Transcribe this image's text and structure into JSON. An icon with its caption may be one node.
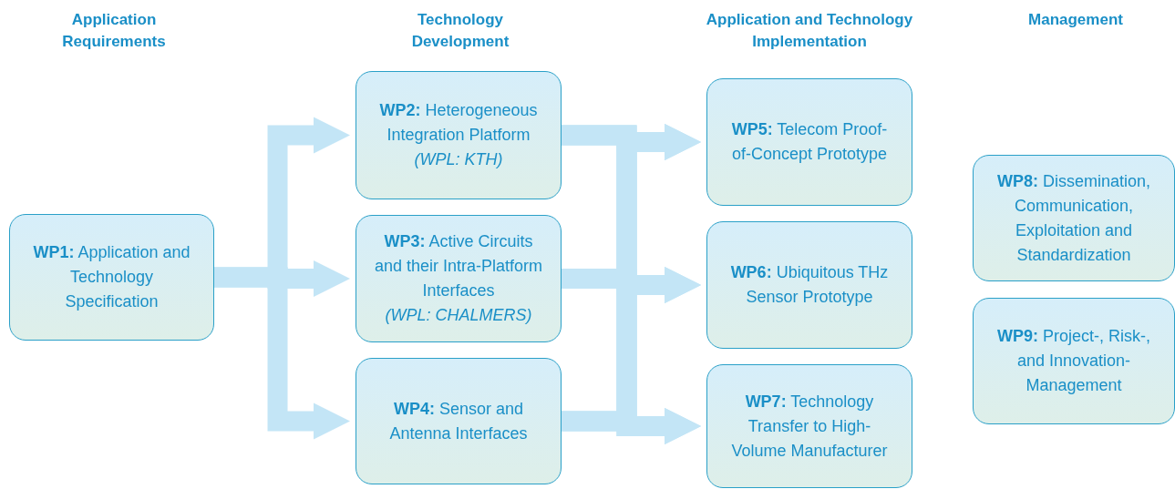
{
  "diagram": {
    "nodes": [
      {
        "text": [
          "**WP1:** Application and Technology Specification"
        ]
      },
      {
        "text": [
          "**WP2:** Heterogeneous Integration Platform",
          "(WPL: KTH)"
        ]
      },
      {
        "text": [
          "**WP3:** Active Circuits and their Intra-Platform Interfaces",
          "(WPL: CHALMERS)"
        ]
      },
      {
        "text": [
          "**WP4:** Sensor and Antenna Interfaces"
        ]
      },
      {
        "text": [
          "**WP5:** Telecom Proof-of-Concept Prototype"
        ]
      },
      {
        "text": [
          "**WP6:** Ubiquitous THz Sensor Prototype"
        ]
      },
      {
        "text": [
          "**WP7:** Technology Transfer to High-Volume Manufacturer"
        ]
      },
      {
        "text": [
          "**WP8:** Dissemination, Communication, Exploitation and Standardization"
        ]
      },
      {
        "text": [
          "**WP9:** Project-, Risk-, and Innovation-Management"
        ]
      }
    ],
    "edges": [
      {
        "from": 0,
        "to": 1,
        "arrow": "to"
      },
      {
        "from": 0,
        "to": 2,
        "arrow": "to"
      },
      {
        "from": 0,
        "to": 3,
        "arrow": "to"
      },
      {
        "from": 1,
        "to": 4,
        "arrow": "to"
      },
      {
        "from": 1,
        "to": 5,
        "arrow": "to"
      },
      {
        "from": 1,
        "to": 6,
        "arrow": "to"
      },
      {
        "from": 2,
        "to": 4,
        "arrow": "to"
      },
      {
        "from": 2,
        "to": 5,
        "arrow": "to"
      },
      {
        "from": 2,
        "to": 6,
        "arrow": "to"
      },
      {
        "from": 3,
        "to": 4,
        "arrow": "to"
      },
      {
        "from": 3,
        "to": 5,
        "arrow": "to"
      },
      {
        "from": 3,
        "to": 6,
        "arrow": "to"
      }
    ],
    "labels": [
      "Application Requirements",
      "Technology Development",
      "Application and Technology Implementation",
      "Management"
    ]
  }
}
